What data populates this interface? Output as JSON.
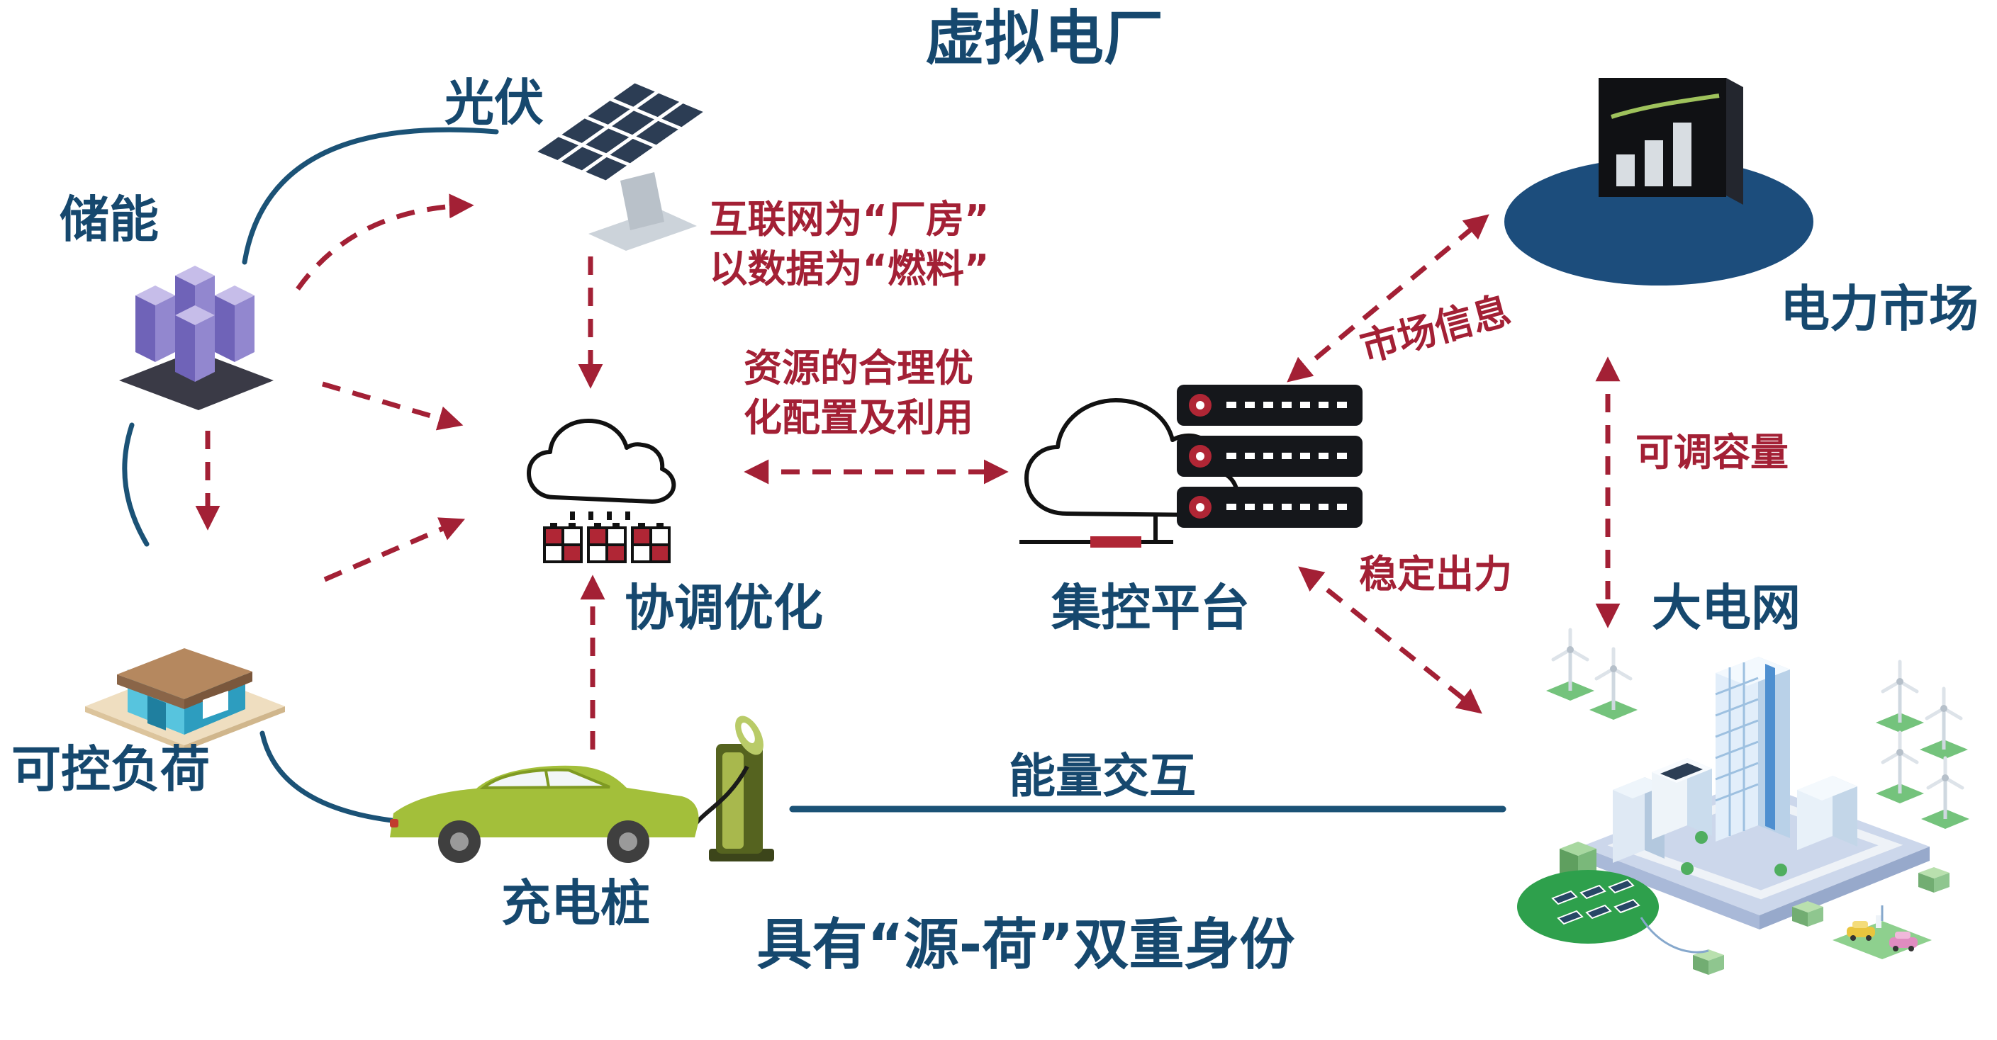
{
  "title": "虚拟电厂",
  "colors": {
    "navy_text": "#16486e",
    "red_accent": "#a32035",
    "line_blue": "#1b5276",
    "ellipse_navy": "#1c4d7c",
    "car_green": "#a3bf3a",
    "storage_purple": "#8f84cc"
  },
  "nodes": {
    "pv": {
      "label": "光伏",
      "icon": "solar-panel-icon"
    },
    "storage": {
      "label": "储能",
      "icon": "battery-cubes-icon"
    },
    "controllable_load": {
      "label": "可控负荷",
      "icon": "house-icon"
    },
    "charging_pile": {
      "label": "充电桩",
      "icon": "ev-car-charger-icon"
    },
    "coordination": {
      "label": "协调优化",
      "icon": "cloud-batteries-icon"
    },
    "control_platform": {
      "label": "集控平台",
      "icon": "cloud-servers-icon"
    },
    "power_market": {
      "label": "电力市场",
      "icon": "market-chart-icon"
    },
    "main_grid": {
      "label": "大电网",
      "icon": "smart-city-icon"
    }
  },
  "annotations": {
    "internet_line1": "互联网为“厂房”",
    "internet_line2": "以数据为“燃料”",
    "resource_line1": "资源的合理优",
    "resource_line2": "化配置及利用",
    "market_info": "市场信息",
    "adjustable_capacity": "可调容量",
    "stable_output": "稳定出力",
    "energy_exchange": "能量交互",
    "dual_identity": "具有“源-荷”双重身份"
  }
}
